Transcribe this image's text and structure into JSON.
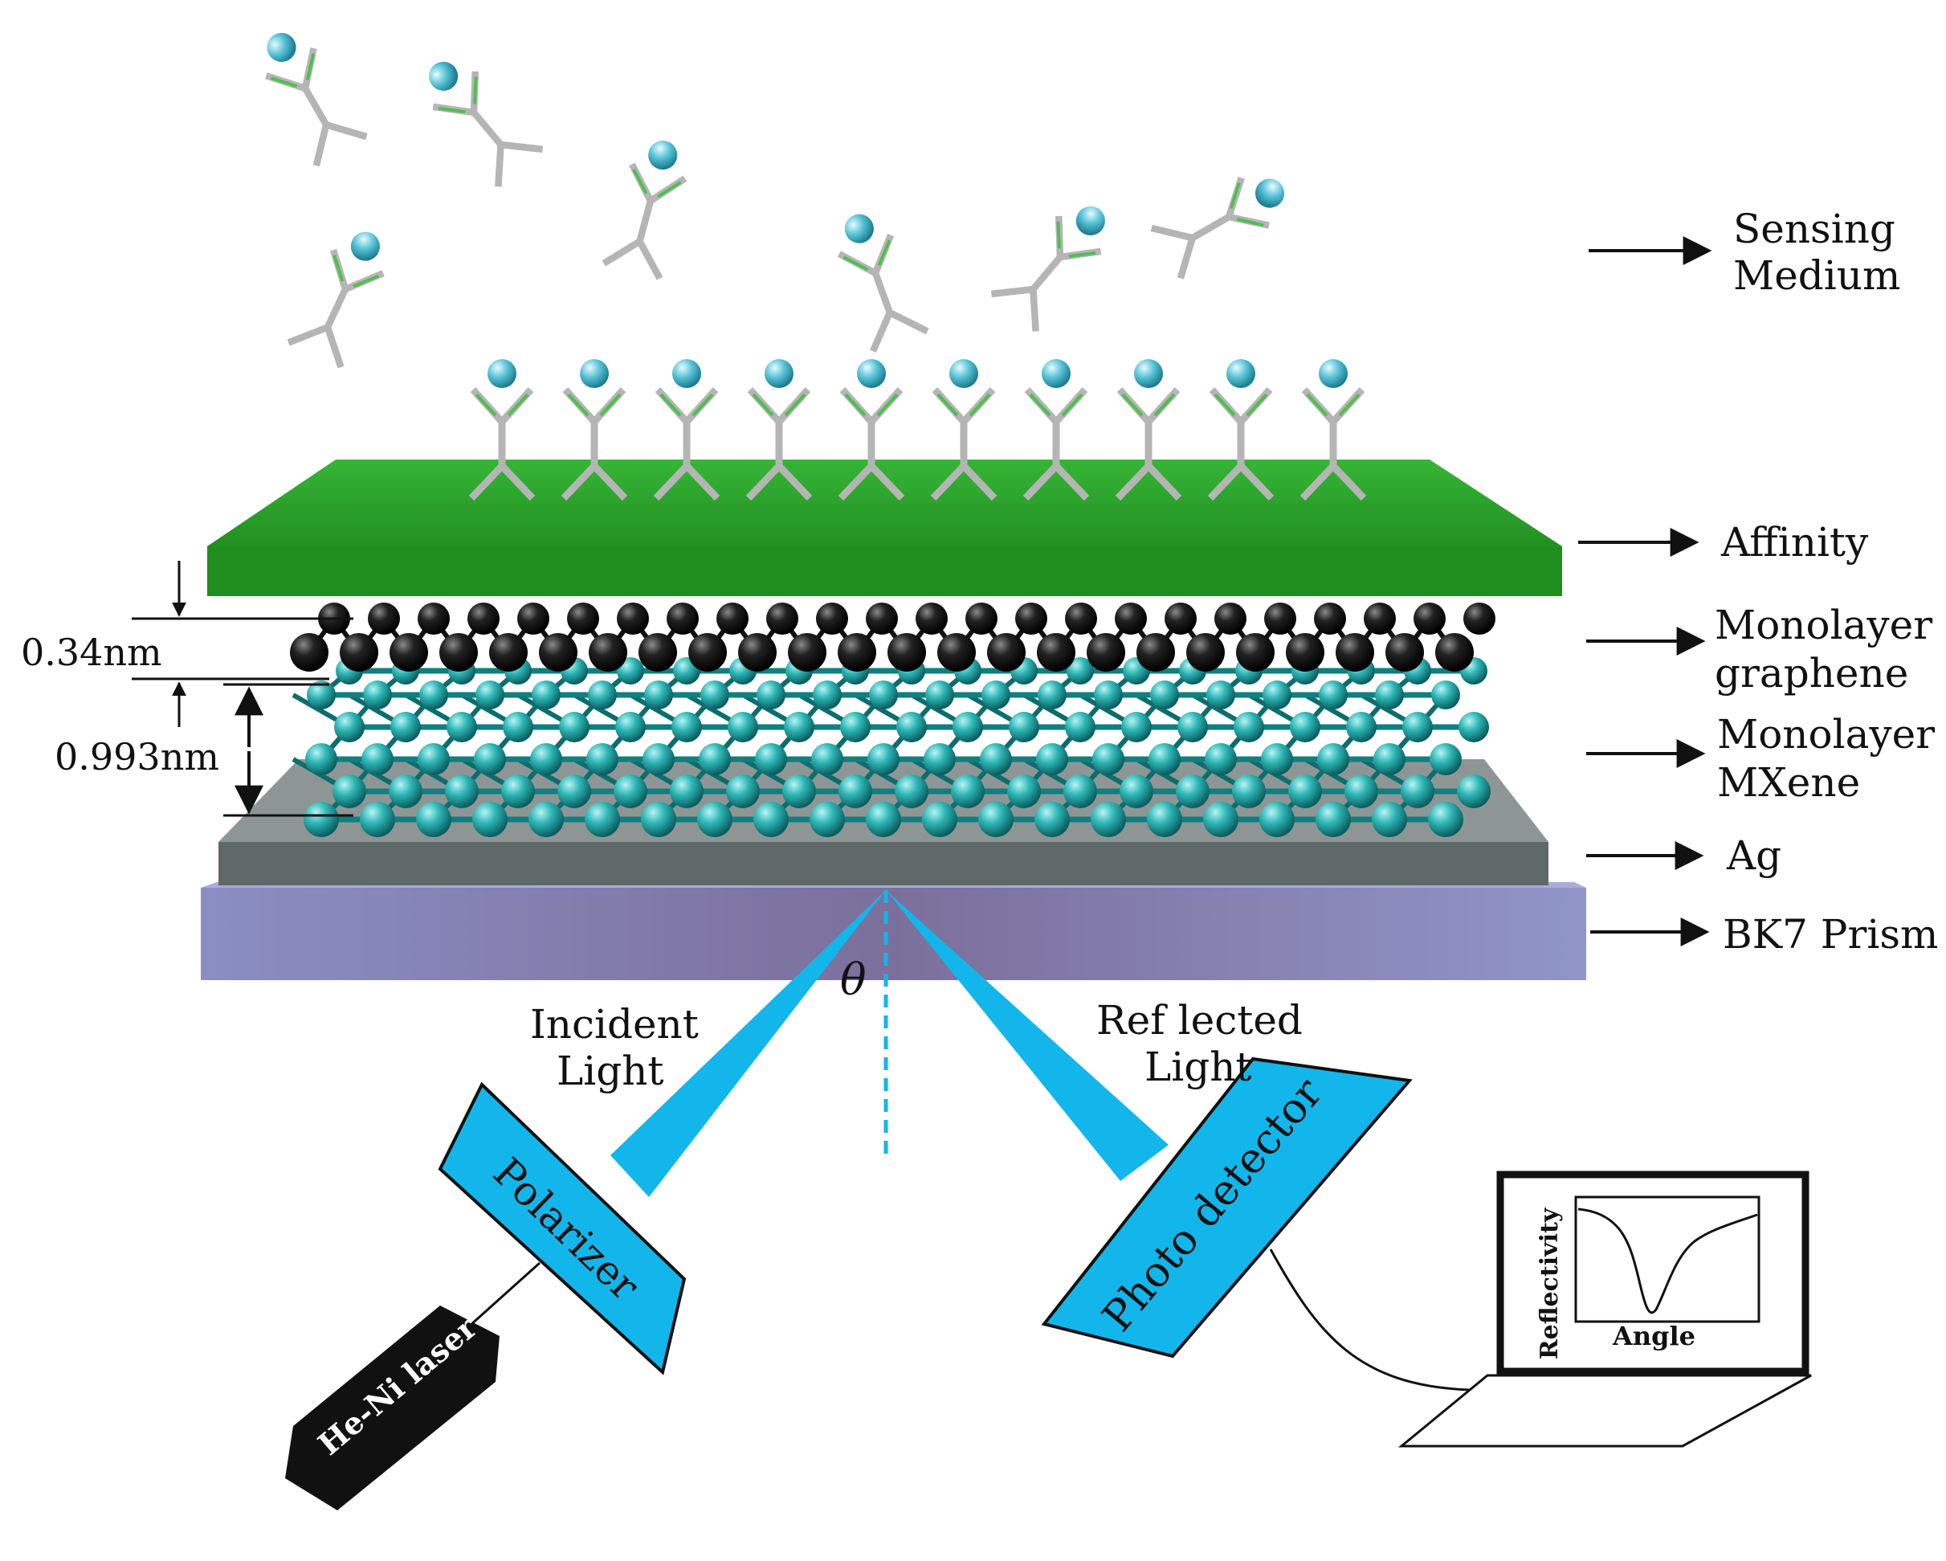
{
  "labels": {
    "sensing_medium": [
      "Sensing",
      "Medium"
    ],
    "affinity": "Affinity",
    "graphene": [
      "Monolayer",
      "graphene"
    ],
    "mxene": [
      "Monolayer",
      "MXene"
    ],
    "ag": "Ag",
    "prism": "BK7 Prism",
    "dim_graphene": "0.34nm",
    "dim_mxene": "0.993nm",
    "theta": "θ",
    "incident": [
      "Incident",
      "Light"
    ],
    "reflected": [
      "Ref lected",
      "Light"
    ],
    "polarizer": "Polarizer",
    "laser": "He-Ni laser",
    "detector": "Photo detector",
    "reflectivity_axis": "Reflectivity",
    "angle_axis": "Angle"
  },
  "colors": {
    "affinity_green": "#2fa52f",
    "mxene_teal": "#1fa7a7",
    "graphene_black": "#141414",
    "ag_gray": "#5f6968",
    "prism_lavender": "#8e92c6",
    "light_blue": "#12b6ea"
  }
}
